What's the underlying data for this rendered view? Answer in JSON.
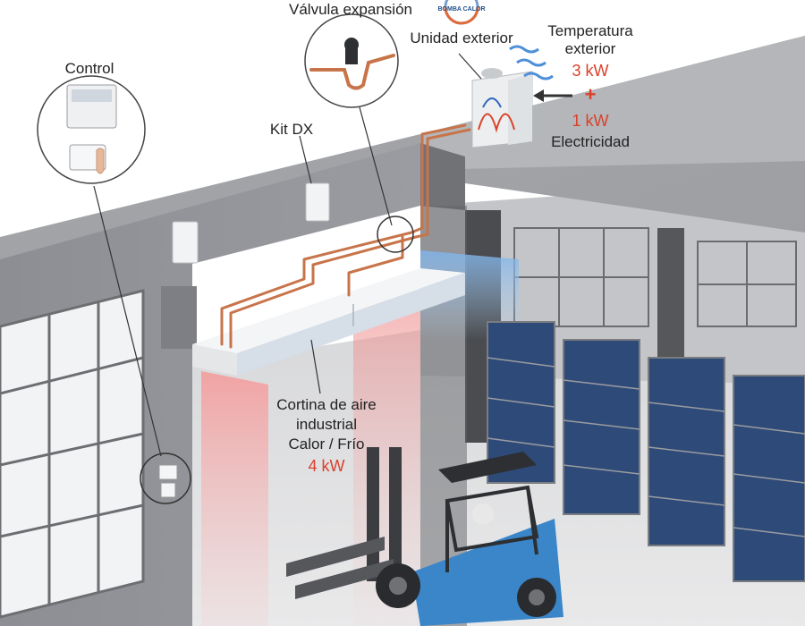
{
  "labels": {
    "control": "Control",
    "valvula": "Válvula expansión",
    "unidad": "Unidad exterior",
    "temp_line1": "Temperatura",
    "temp_line2": "exterior",
    "temp_power": "3 kW",
    "plus": "+",
    "elec_power": "1 kW",
    "elec_label": "Electricidad",
    "kit": "Kit DX",
    "cortina_line1": "Cortina de aire",
    "cortina_line2": "industrial",
    "cortina_line3": "Calor / Frío",
    "cortina_power": "4 kW",
    "logo": "BOMBA CALOR"
  },
  "colors": {
    "text": "#222222",
    "accent_red": "#d9412a",
    "pipe_copper": "#c8744a",
    "building_gray": "#8e9095",
    "forklift_blue": "#3a86c8",
    "rack_blue": "#2e4a78"
  }
}
